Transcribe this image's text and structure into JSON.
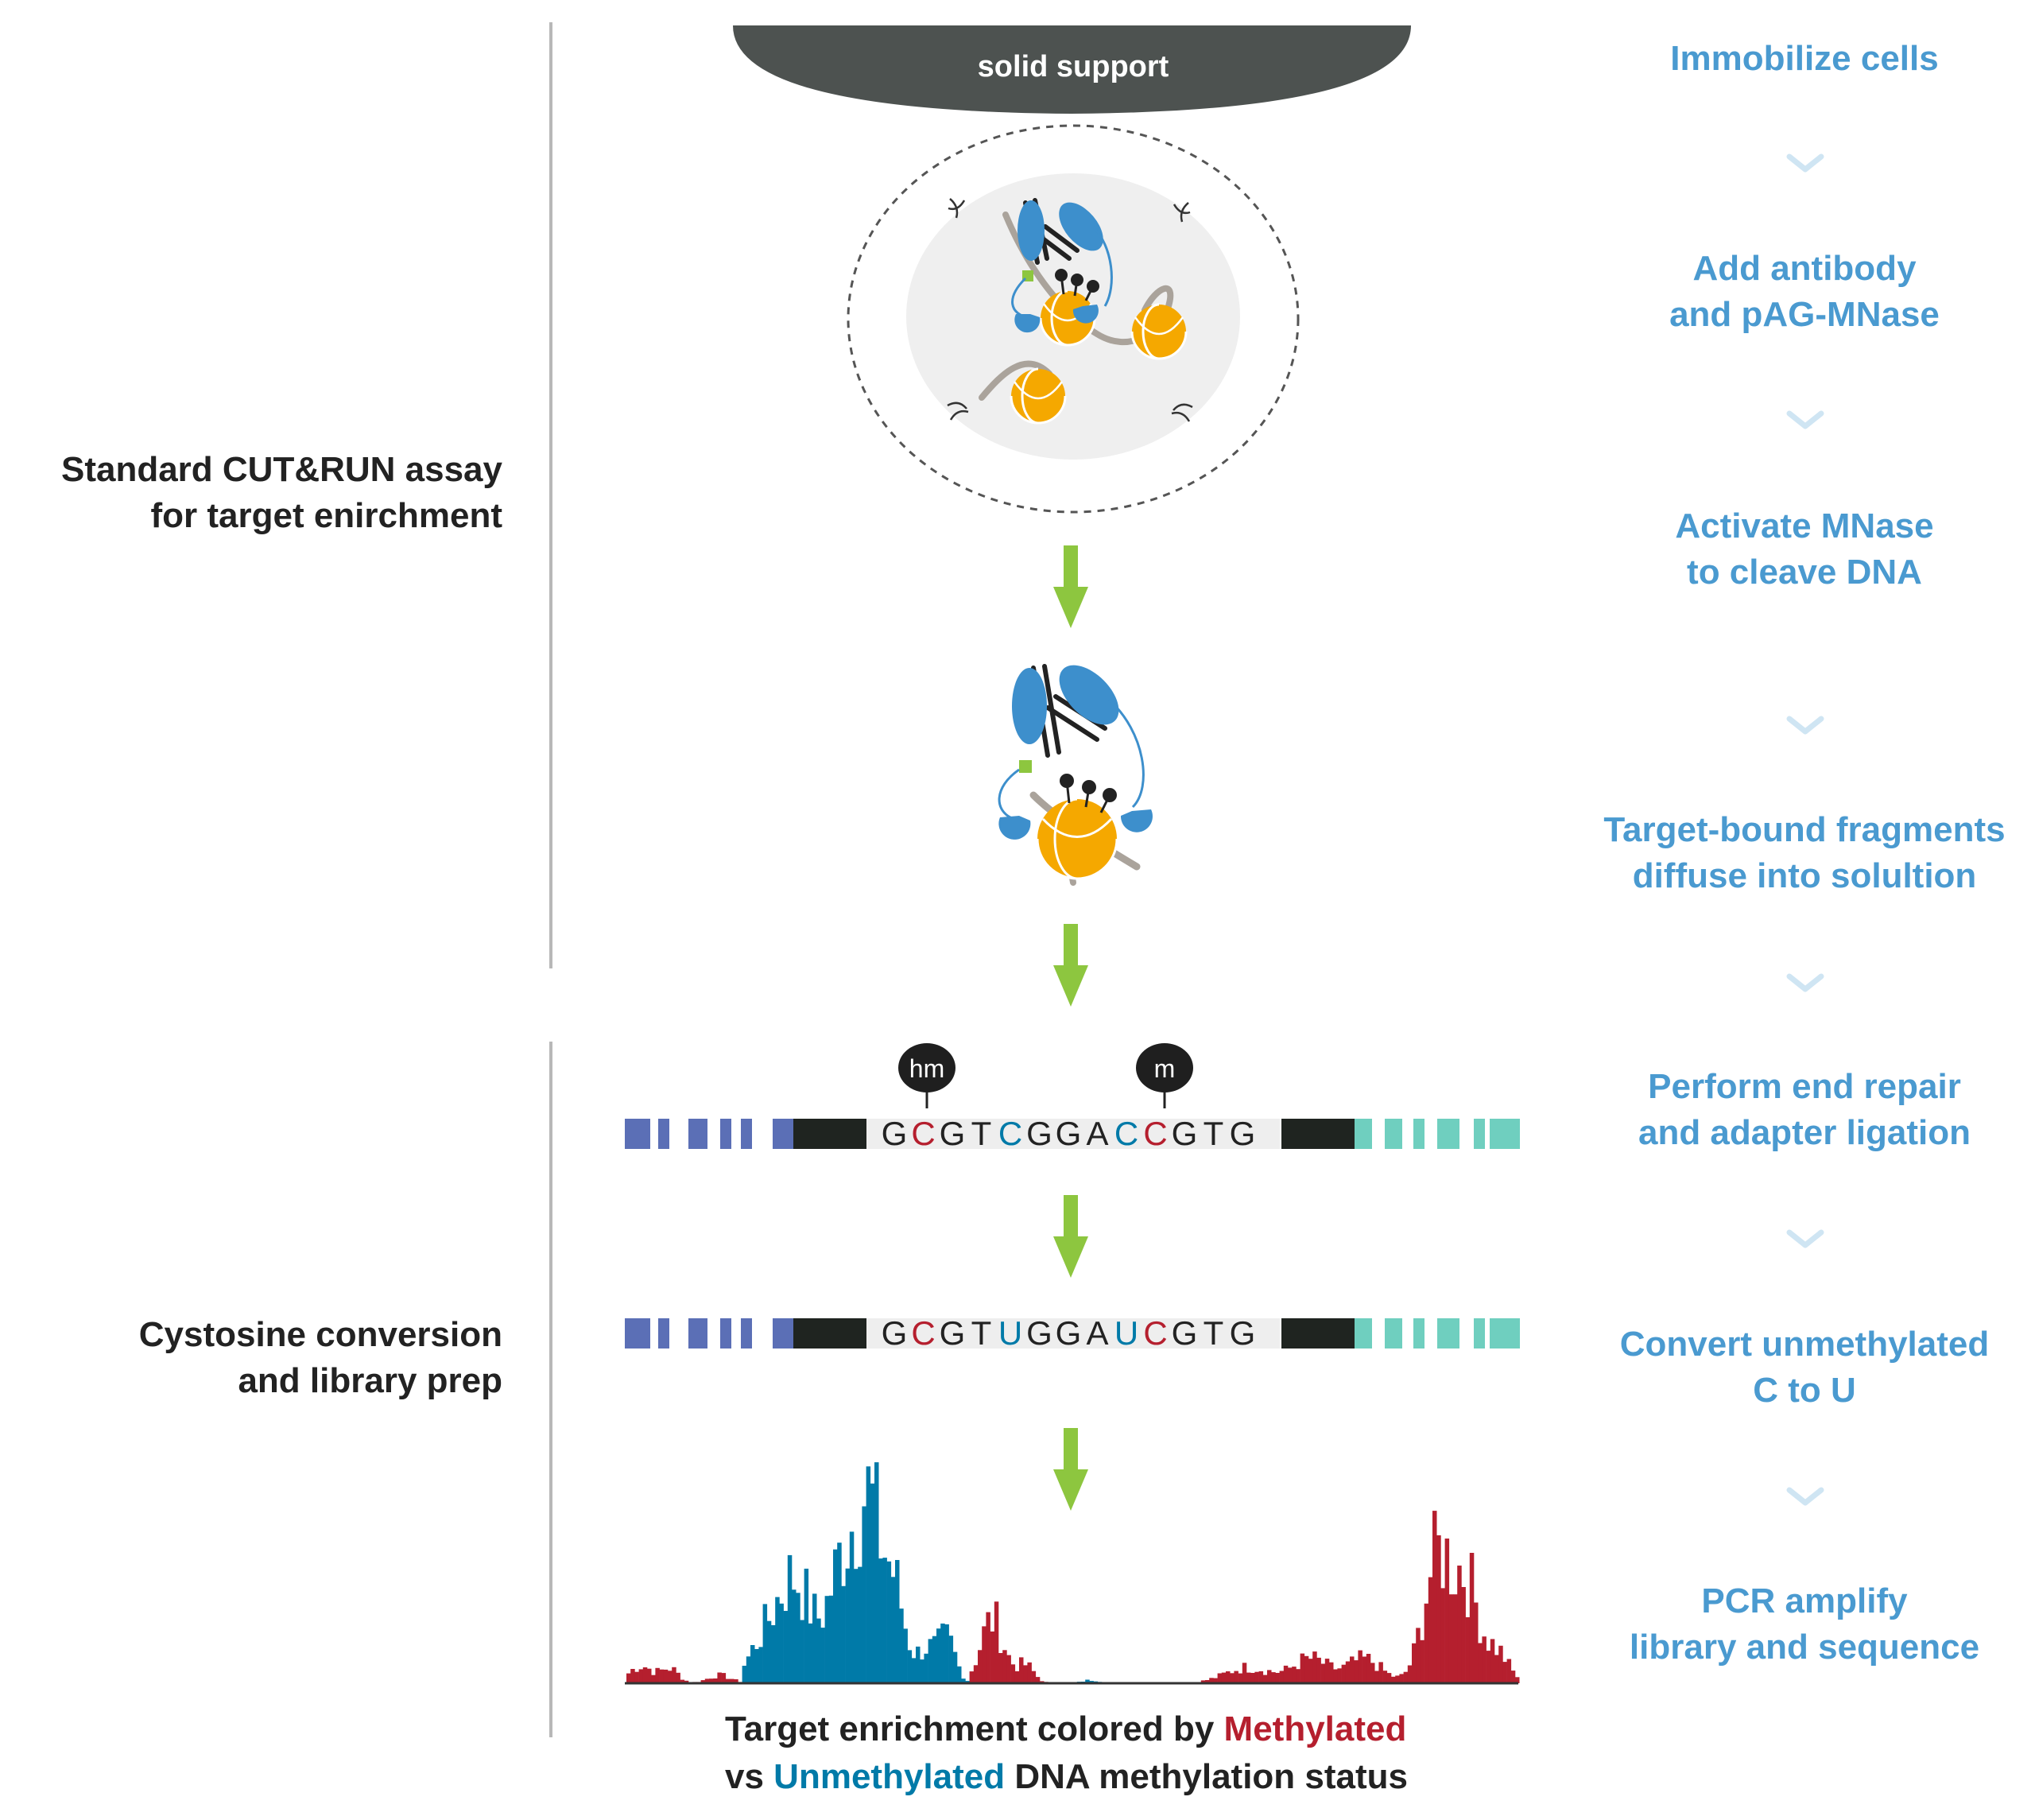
{
  "sections": [
    {
      "line1": "Standard CUT&RUN assay",
      "line2": "for target enirchment"
    },
    {
      "line1": "Cystosine conversion",
      "line2": "and library prep"
    }
  ],
  "support_label": "solid support",
  "steps": [
    {
      "line1": "Immobilize cells",
      "line2": ""
    },
    {
      "line1": "Add antibody",
      "line2": "and pAG-MNase"
    },
    {
      "line1": "Activate MNase",
      "line2": "to cleave DNA"
    },
    {
      "line1": "Target-bound fragments",
      "line2": "diffuse into solultion"
    },
    {
      "line1": "Perform end repair",
      "line2": "and adapter ligation"
    },
    {
      "line1": "Convert unmethylated",
      "line2": "C to U"
    },
    {
      "line1": "PCR amplify",
      "line2": "library and sequence"
    }
  ],
  "modifications": {
    "hm": "hm",
    "m": "m"
  },
  "sequence_before": [
    "G",
    "C",
    "G",
    "T",
    "C",
    "G",
    "G",
    "A",
    "C",
    "C",
    "G",
    "T",
    "G"
  ],
  "sequence_after": [
    "G",
    "C",
    "G",
    "T",
    "U",
    "G",
    "G",
    "A",
    "U",
    "C",
    "G",
    "T",
    "G"
  ],
  "base_colors_before": [
    "n",
    "m",
    "n",
    "n",
    "u",
    "n",
    "n",
    "n",
    "u",
    "m",
    "n",
    "n",
    "n"
  ],
  "base_colors_after": [
    "n",
    "m",
    "n",
    "n",
    "u",
    "n",
    "n",
    "n",
    "u",
    "m",
    "n",
    "n",
    "n"
  ],
  "caption": {
    "part1": "Target enrichment colored by ",
    "methylated": "Methylated",
    "part2": "vs ",
    "unmethylated": "Unmethylated",
    "part3": " DNA methylation status"
  },
  "colors": {
    "methylated": "#b51f2e",
    "unmethylated": "#007aa8",
    "step_text": "#4a9ad0",
    "arrow": "#8dc63f",
    "nucleosome": "#f5a800",
    "protein": "#3d8fcc",
    "adapter_left": "#5b6fb6",
    "adapter_right": "#6fcfbf",
    "support": "#4d5250"
  }
}
